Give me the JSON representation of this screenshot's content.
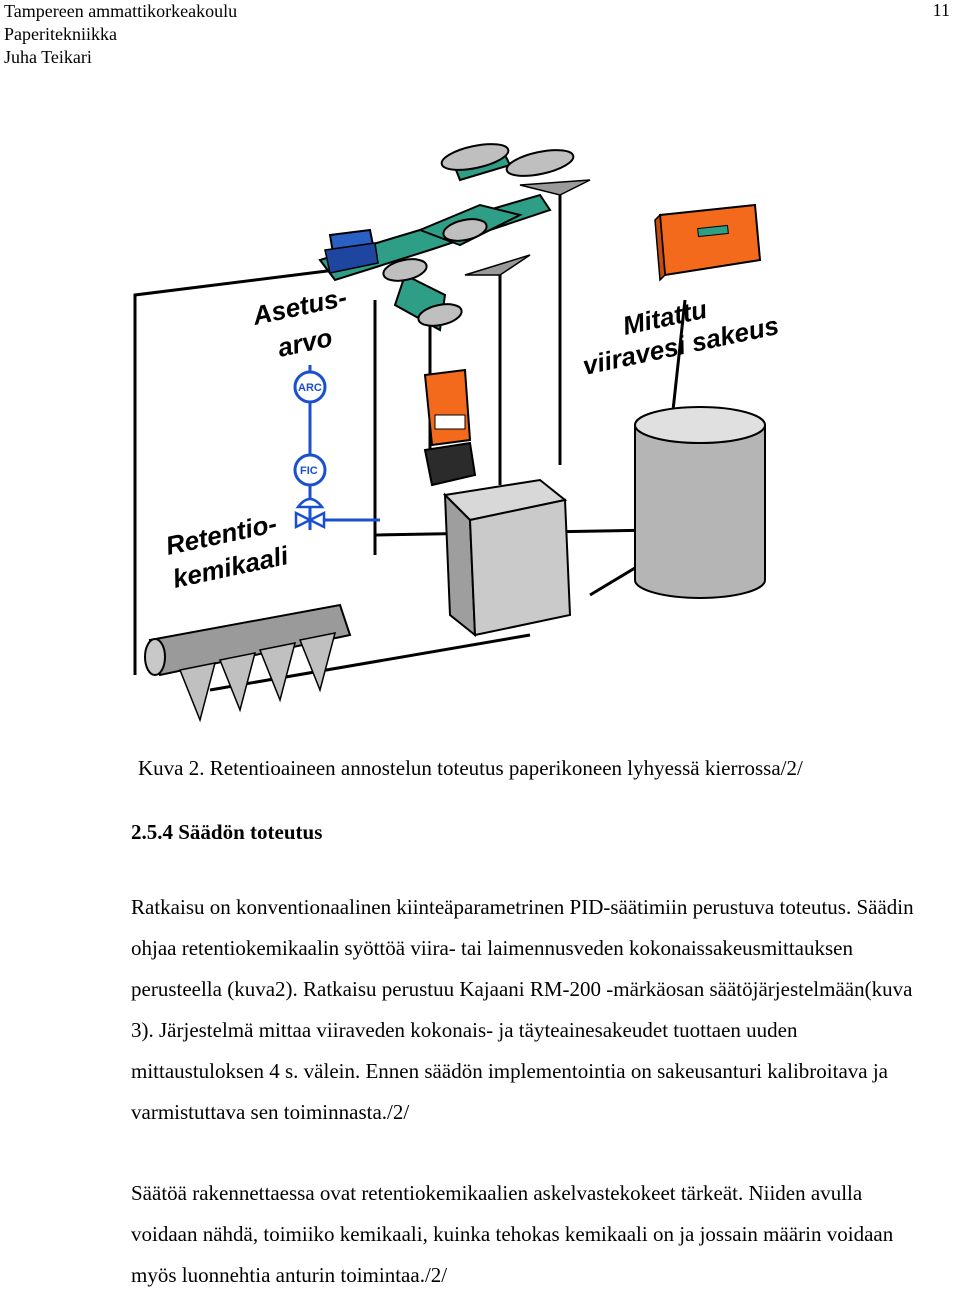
{
  "header": {
    "school": "Tampereen ammattikorkeakoulu",
    "course": "Paperitekniikka",
    "author": "Juha Teikari",
    "page_number": "11"
  },
  "figure": {
    "labels": {
      "setpoint": [
        "Asetus-",
        "arvo"
      ],
      "measured": [
        "Mitattu",
        "viiravesi sakeus"
      ],
      "chemical": [
        "Retentio-",
        "kemikaali"
      ],
      "arc": "ARC",
      "fic": "FIC"
    },
    "colors": {
      "machine_fabric": "#2e9e86",
      "headbox": "#2a5fc4",
      "controller": "#f46a1c",
      "instrument_line": "#1a4fd0"
    }
  },
  "caption": "Kuva 2. Retentioaineen annostelun toteutus paperikoneen lyhyessä kierrossa/2/",
  "section_title": "2.5.4 Säädön toteutus",
  "paragraphs": [
    "Ratkaisu on konventionaalinen kiinteäparametrinen PID-säätimiin perustuva toteutus. Säädin ohjaa retentiokemikaalin syöttöä viira- tai laimennusveden kokonaissakeusmittauksen perusteella (kuva2). Ratkaisu perustuu Kajaani RM-200 -märkäosan säätöjärjestelmään(kuva 3). Järjestelmä mittaa viiraveden kokonais- ja täyteainesakeudet tuottaen uuden mittaustuloksen 4 s. välein. Ennen säädön implementointia on sakeusanturi kalibroitava ja varmistuttava sen toiminnasta./2/",
    "Säätöä rakennettaessa ovat retentiokemikaalien askelvastekokeet tärkeät. Niiden avulla voidaan nähdä, toimiiko kemikaali, kuinka tehokas kemikaali on ja jossain määrin voidaan myös luonnehtia anturin toimintaa./2/"
  ]
}
